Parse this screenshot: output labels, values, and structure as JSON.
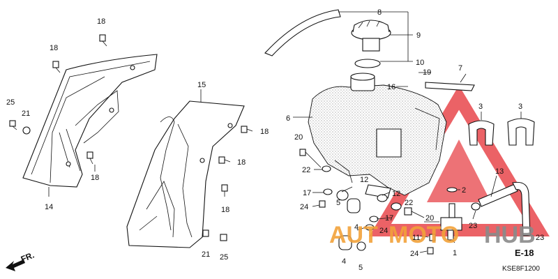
{
  "diagram": {
    "code": "KSE8F1200",
    "section_ref": "E-18",
    "direction_label": "FR.",
    "watermark": {
      "prefix": "AUT",
      "mid": "MOTO",
      "suffix": "HUB",
      "colors": {
        "accent": "#f2a23a",
        "dark": "#8a8a8a",
        "triangle": "#e8474c"
      }
    },
    "callouts": [
      {
        "text": "18"
      },
      {
        "text": "18"
      },
      {
        "text": "25"
      },
      {
        "text": "21"
      },
      {
        "text": "14"
      },
      {
        "text": "18"
      },
      {
        "text": "15"
      },
      {
        "text": "18"
      },
      {
        "text": "18"
      },
      {
        "text": "18"
      },
      {
        "text": "21"
      },
      {
        "text": "25"
      },
      {
        "text": "8"
      },
      {
        "text": "9"
      },
      {
        "text": "10"
      },
      {
        "text": "19"
      },
      {
        "text": "7"
      },
      {
        "text": "16"
      },
      {
        "text": "6"
      },
      {
        "text": "20"
      },
      {
        "text": "22"
      },
      {
        "text": "17"
      },
      {
        "text": "24"
      },
      {
        "text": "12"
      },
      {
        "text": "12"
      },
      {
        "text": "5"
      },
      {
        "text": "22"
      },
      {
        "text": "17"
      },
      {
        "text": "4"
      },
      {
        "text": "24"
      },
      {
        "text": "20"
      },
      {
        "text": "11"
      },
      {
        "text": "24"
      },
      {
        "text": "1"
      },
      {
        "text": "4"
      },
      {
        "text": "5"
      },
      {
        "text": "3"
      },
      {
        "text": "3"
      },
      {
        "text": "13"
      },
      {
        "text": "2"
      },
      {
        "text": "23"
      },
      {
        "text": "23"
      }
    ]
  }
}
